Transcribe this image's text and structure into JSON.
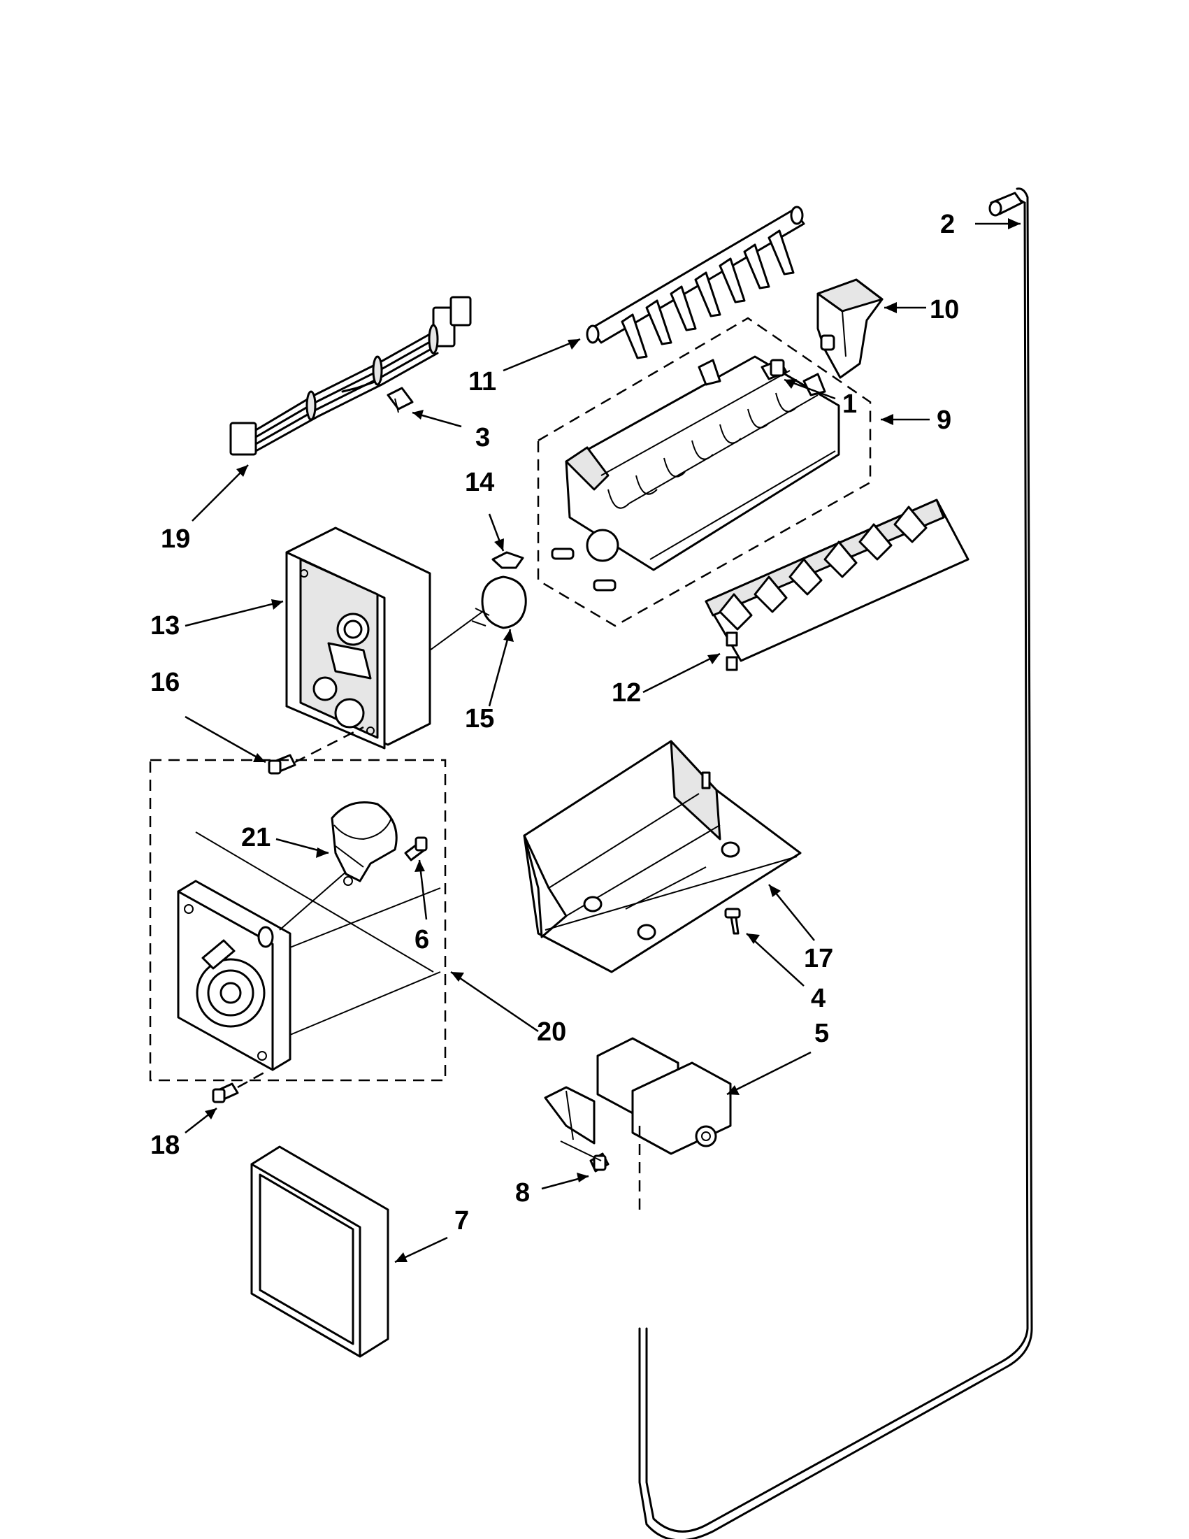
{
  "diagram": {
    "callouts": [
      "1",
      "2",
      "3",
      "4",
      "5",
      "6",
      "7",
      "8",
      "9",
      "10",
      "11",
      "12",
      "13",
      "14",
      "15",
      "16",
      "17",
      "18",
      "19",
      "20",
      "21"
    ],
    "parts": [
      "ice-maker-screw",
      "fill-tube",
      "harness-clip",
      "bin-screw",
      "water-valve",
      "motor-screw",
      "cover",
      "valve-screw",
      "ice-maker-assembly",
      "fill-cup",
      "ejector-blade",
      "stripper",
      "control-housing",
      "thermostat-clip",
      "thermostat",
      "housing-screw",
      "ice-bin",
      "module-screw",
      "wire-harness",
      "motor-module",
      "motor"
    ],
    "colors": {
      "ink": "#000000",
      "paper": "#ffffff",
      "shade": "#e6e6e6"
    }
  }
}
